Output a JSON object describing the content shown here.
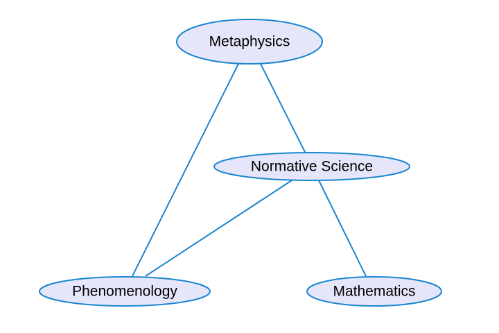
{
  "diagram": {
    "nodes": [
      {
        "id": "metaphysics",
        "label": "Metaphysics"
      },
      {
        "id": "normative",
        "label": "Normative Science"
      },
      {
        "id": "phenomenology",
        "label": "Phenomenology"
      },
      {
        "id": "mathematics",
        "label": "Mathematics"
      }
    ],
    "edges": [
      {
        "from": "metaphysics",
        "to": "phenomenology"
      },
      {
        "from": "metaphysics",
        "to": "normative"
      },
      {
        "from": "normative",
        "to": "phenomenology"
      },
      {
        "from": "normative",
        "to": "mathematics"
      }
    ],
    "colors": {
      "fill": "#e6e6fa",
      "stroke": "#1a85d0"
    }
  }
}
